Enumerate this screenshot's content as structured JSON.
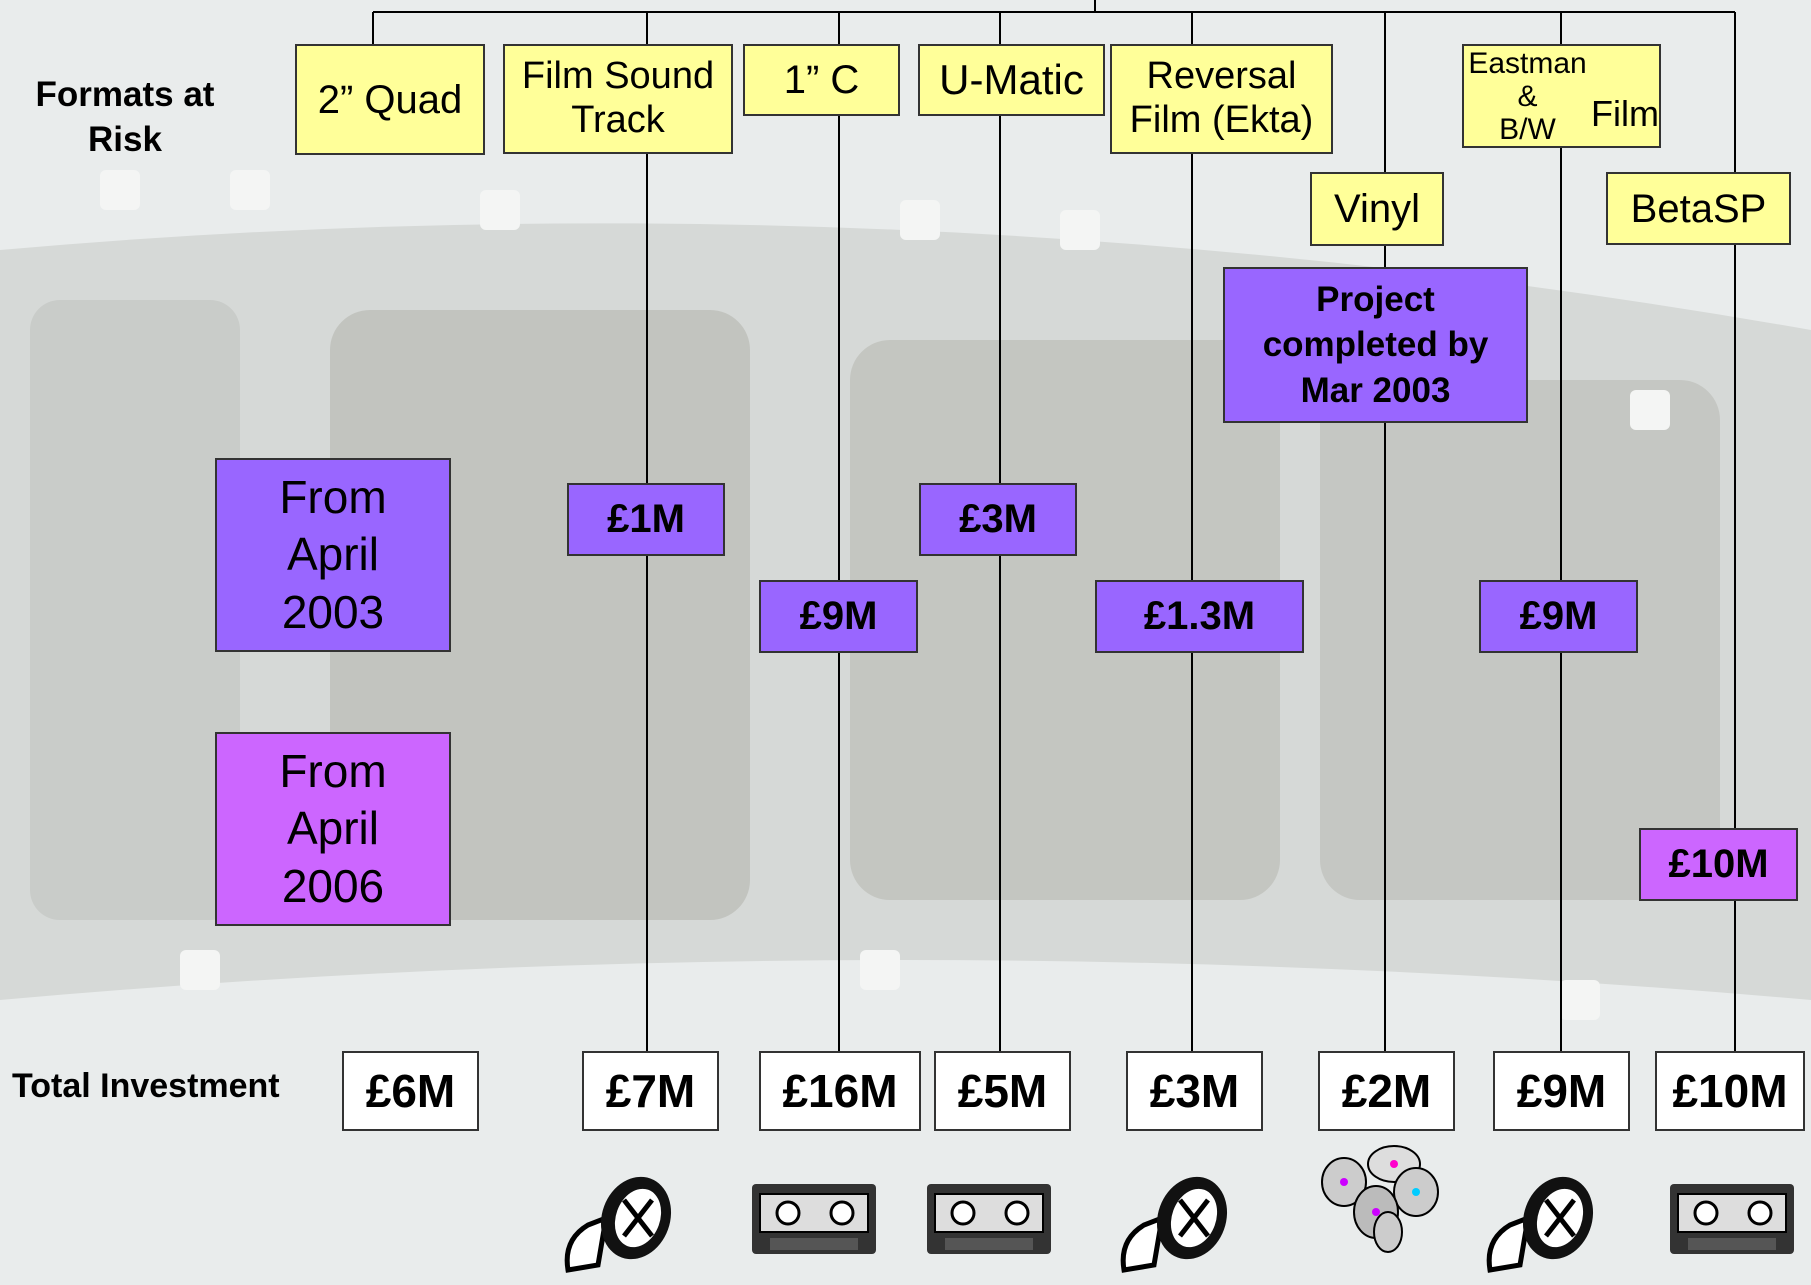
{
  "header_label": "Formats at\nRisk",
  "total_label": "Total Investment",
  "formats": {
    "quad": "2” Quad",
    "film_sound": "Film Sound\nTrack",
    "one_c": "1” C",
    "umatic": "U-Matic",
    "reversal": "Reversal\nFilm (Ekta)",
    "vinyl": "Vinyl",
    "eastman_small": "Eastman &\nB/W",
    "eastman_big": " Film",
    "betasp": "BetaSP"
  },
  "legend": {
    "april_2003": "From\nApril\n2003",
    "april_2006": "From\nApril\n2006"
  },
  "costs": {
    "film_sound": "£1M",
    "umatic": "£3M",
    "one_c": "£9M",
    "reversal": "£1.3M",
    "eastman": "£9M",
    "betasp": "£10M"
  },
  "vinyl_note": "Project\ncompleted by\nMar 2003",
  "totals": {
    "quad": "£6M",
    "film_sound": "£7M",
    "one_c": "£16M",
    "umatic": "£5M",
    "reversal": "£3M",
    "vinyl": "£2M",
    "eastman": "£9M",
    "betasp": "£10M"
  },
  "colors": {
    "format_box": "#ffff99",
    "from_2003": "#9966ff",
    "from_2006": "#cc66ff"
  },
  "icons": [
    "film-reel-icon",
    "video-cassette-icon",
    "video-cassette-icon",
    "film-reel-icon",
    "vinyl-records-icon",
    "film-reel-icon",
    "video-cassette-icon"
  ]
}
